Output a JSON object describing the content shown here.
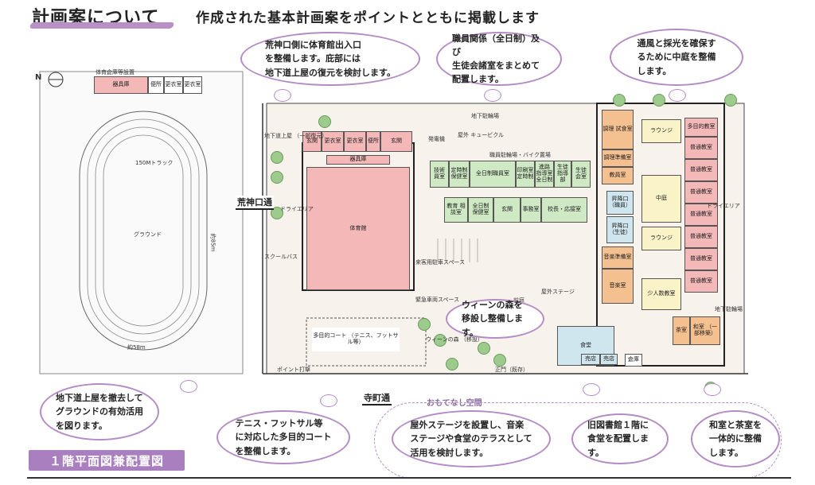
{
  "header": {
    "title": "計画案について",
    "subtitle": "作成された基本計画案をポイントとともに掲載します"
  },
  "bubbles": {
    "gym": "荒神口側に体育館出入口\nを整備します。庇部には\n地下道上屋の復元を検討します。",
    "staff": "職員関係（全日制）及び\n生徒会諸室をまとめて\n配置します。",
    "courtyard": "通風と採光を確保す\nるために中庭を整備\nします。",
    "forest": "ウィーンの森を\n移設し整備します。",
    "underpass": "地下道上屋を撤去して\nグラウンドの有効活用\nを図ります。",
    "court": "テニス・フットサル等\nに対応した多目的コート\nを整備します。",
    "stage": "屋外ステージを設置し、音楽\nステージや食堂のテラスとして\n活用を検討します。",
    "library": "旧図書館１階に\n食堂を配置します。",
    "japanese": "和室と茶室を\n一体的に整備\nします。"
  },
  "labels": {
    "kojinguchi": "荒神口通",
    "teramachi": "寺町通",
    "omotenashi": "おもてなし空間",
    "north": "N",
    "legend": "１階平面図兼配置図"
  },
  "plan": {
    "ground_top": "体育倉庫等設置",
    "shed": "器具庫",
    "toilet": "便所",
    "locker1": "更衣室",
    "locker2": "更衣室",
    "track": "150Mトラック",
    "ground": "グラウンド",
    "width": "約85m",
    "length": "約58m",
    "point": "ポイント打撃",
    "underpass_up": "地下道上屋\n（一部復元）",
    "dry_area": "ドライエリア",
    "school": "スクールバス",
    "gym": "体育館",
    "gym_store": "器具庫",
    "entrance": "玄関",
    "parking_guest": "来客用駐車スペース",
    "emergency": "緊急車両スペース",
    "multi_court": "多目的コート\n（テニス、フットサル等）",
    "forest_small": "ウィーンの森\n（移設）",
    "front_yard": "前庭",
    "outdoor_stage": "屋外ステージ",
    "main_gate": "正門（既存）",
    "bike": "職員駐輪場・バイク置場",
    "power": "発電機",
    "cubicle": "屋外\nキュービクル",
    "underground_bike": "地下駐輪場",
    "rooms_green": [
      "技術\n員室",
      "定時制\n保健室",
      "全日制職員室",
      "印刷室\n定時制",
      "進路\n指導室\n全日制",
      "生徒\n指導部",
      "生徒\n会室"
    ],
    "rooms_green2": [
      "教育\n相談室",
      "全日制\n保健室",
      "玄関",
      "事務室",
      "校長・応接室"
    ],
    "kitchen": "調理\n試食室",
    "kitchen_prep": "調理準備室",
    "teacher_room": "教員室",
    "classroom": "普通教室",
    "multi_class": "多目的教室",
    "lounge": "ラウンジ",
    "courtyard": "中庭",
    "music_prep": "音楽準備室",
    "music": "音楽室",
    "small_class": "少人数教室",
    "cafeteria": "食堂",
    "shop": "売店",
    "japanese_room": "和室\n（一部移築）",
    "tea_room": "茶室",
    "warehouse": "倉庫",
    "dry_area2": "ドライエリア",
    "shoe1": "昇降口\n（職員）",
    "shoe2": "昇降口\n（生徒）"
  }
}
